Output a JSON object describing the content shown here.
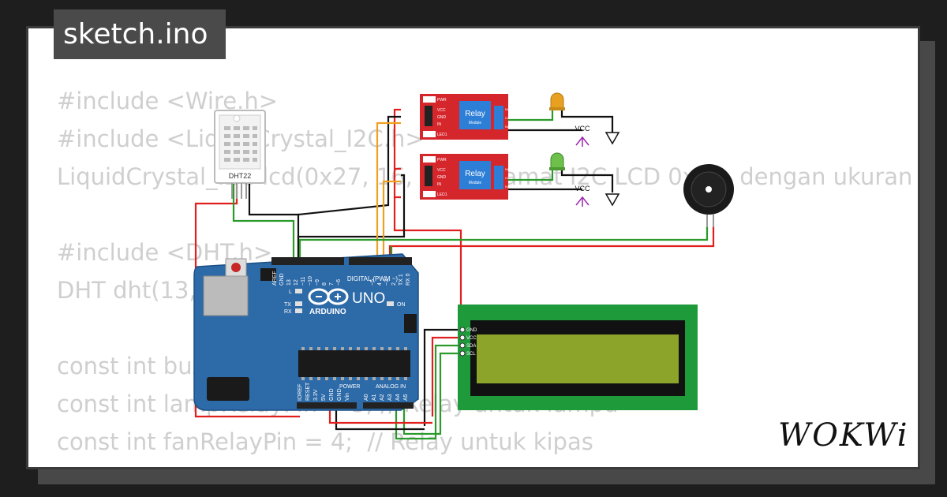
{
  "tab": {
    "title": "sketch.ino"
  },
  "code": {
    "lines": [
      "#include <Wire.h>",
      "#include <LiquidCrystal_I2C.h>",
      "LiquidCrystal_I2C lcd(0x27, 16, 2); // Alamat I2C LCD 0x27, dengan ukuran",
      "",
      "#include <DHT.h>",
      "DHT dht(13, DHT22);",
      "",
      "const int buzzerPin = 2;",
      "const int lampRelayPin = 3; // Relay untuk lampu",
      "const int fanRelayPin = 4;  // Relay untuk kipas"
    ]
  },
  "diagram": {
    "dht": {
      "label": "DHT22"
    },
    "relay1": {
      "label": "Relay",
      "sub": "Module",
      "pins": [
        "PWR",
        "VCC",
        "GND",
        "IN",
        "LED1"
      ],
      "out": [
        "NO",
        "COM",
        "NC"
      ]
    },
    "relay2": {
      "label": "Relay",
      "sub": "Module",
      "pins": [
        "PWR",
        "VCC",
        "GND",
        "IN",
        "LED1"
      ],
      "out": [
        "NO",
        "COM",
        "NC"
      ]
    },
    "vcc1": "VCC",
    "vcc2": "VCC",
    "arduino": {
      "brand": "ARDUINO",
      "model": "UNO",
      "digital_label": "DIGITAL (PWM ~)",
      "power_label": "POWER",
      "analog_label": "ANALOG IN",
      "on_label": "ON",
      "l_label": "L",
      "tx_label": "TX",
      "rx_label": "RX",
      "digital_pins": [
        "AREF",
        "GND",
        "13",
        "12",
        "~11",
        "~10",
        "~9",
        "8",
        "7",
        "~6",
        "~5",
        "4",
        "~3",
        "2",
        "TX 1",
        "RX 0"
      ],
      "power_pins": [
        "IOREF",
        "RESET",
        "3.3V",
        "5V",
        "GND",
        "GND",
        "Vin"
      ],
      "analog_pins": [
        "A0",
        "A1",
        "A2",
        "A3",
        "A4",
        "A5"
      ]
    },
    "lcd": {
      "pins": [
        "GND",
        "VCC",
        "SDA",
        "SCL"
      ]
    },
    "colors": {
      "board": "#2d6aa8",
      "relay": "#d5262c",
      "lcd_screen": "#8ca42a",
      "lcd_frame": "#1f9a3b",
      "wire_red": "#e0201e",
      "wire_green": "#2a9a2a",
      "wire_black": "#111111",
      "wire_orange": "#f0a020",
      "led_yellow": "#e8a020",
      "led_green": "#6ec04a"
    }
  },
  "brand": {
    "logo": "WOKWi"
  }
}
